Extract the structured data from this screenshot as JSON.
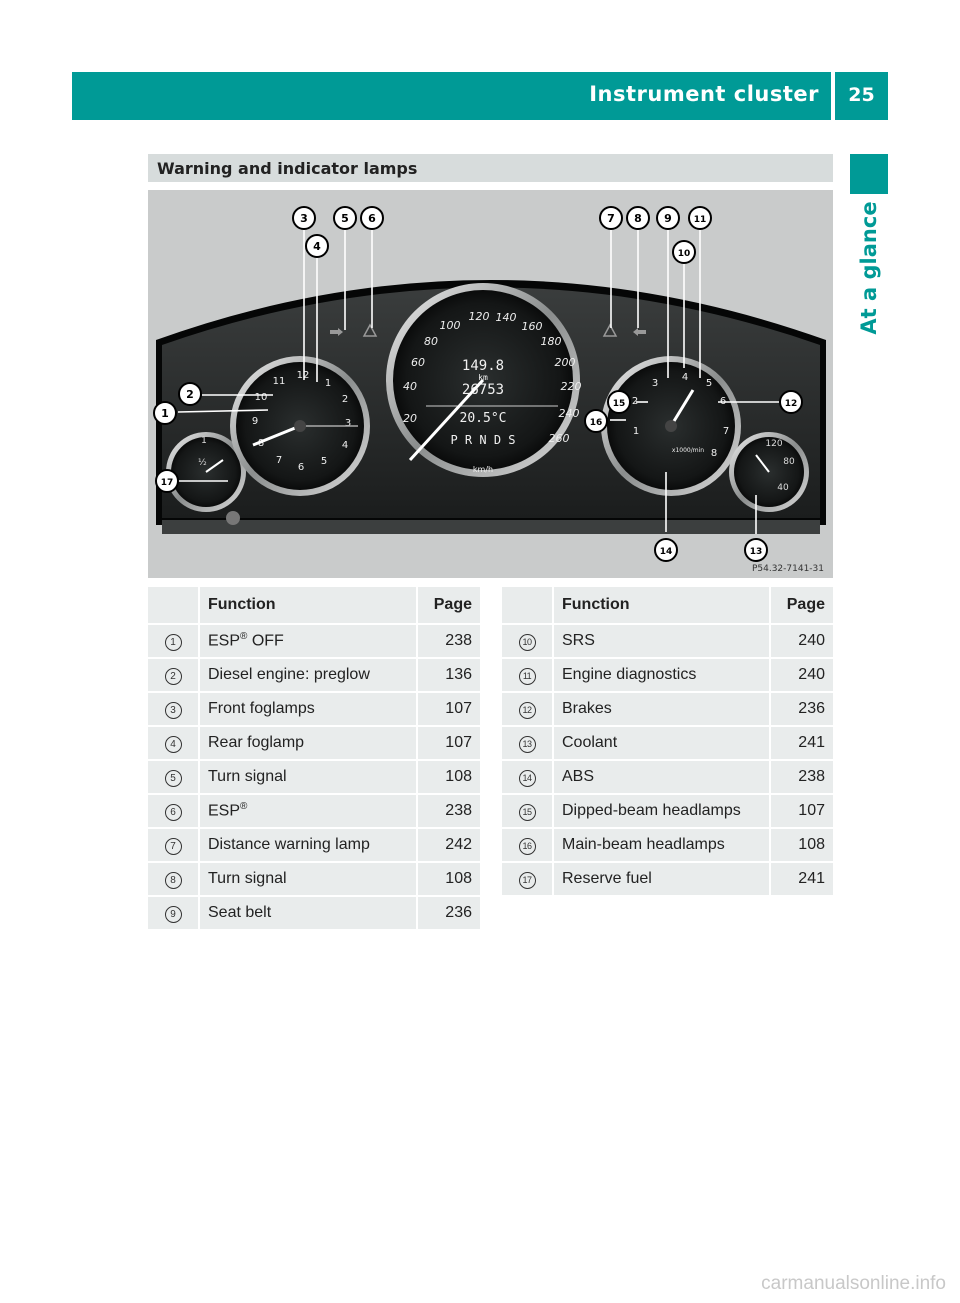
{
  "header": {
    "title": "Instrument cluster",
    "page_number": "25"
  },
  "side_tab": {
    "label": "At a glance"
  },
  "section": {
    "title": "Warning and indicator lamps"
  },
  "figure": {
    "code": "P54.32-7141-31",
    "callouts": [
      "1",
      "2",
      "3",
      "4",
      "5",
      "6",
      "7",
      "8",
      "9",
      "10",
      "11",
      "12",
      "13",
      "14",
      "15",
      "16",
      "17"
    ],
    "speedometer": {
      "ticks": [
        "20",
        "40",
        "60",
        "80",
        "100",
        "120",
        "140",
        "160",
        "180",
        "200",
        "220",
        "240",
        "260"
      ],
      "unit": "km/h",
      "trip": "149.8",
      "trip_unit": "km",
      "odometer": "26753",
      "temperature": "20.5°C",
      "gears": "P R N D S"
    },
    "tachometer_left": {
      "ticks": [
        "1",
        "2",
        "3",
        "4",
        "5",
        "6",
        "7",
        "8",
        "9",
        "10",
        "11",
        "12"
      ]
    },
    "tachometer_right": {
      "ticks": [
        "1",
        "2",
        "3",
        "4",
        "5",
        "6",
        "7",
        "8"
      ],
      "unit": "x1000/min"
    },
    "fuel_gauge": {
      "ticks": [
        "1",
        "½"
      ]
    },
    "coolant_gauge": {
      "ticks": [
        "120",
        "80",
        "40"
      ]
    }
  },
  "table_headers": {
    "function": "Function",
    "page": "Page"
  },
  "table_left": [
    {
      "num": "1",
      "function": "ESP",
      "sup": "®",
      "suffix": " OFF",
      "page": "238"
    },
    {
      "num": "2",
      "function": "Diesel engine: preglow",
      "sup": "",
      "suffix": "",
      "page": "136"
    },
    {
      "num": "3",
      "function": "Front foglamps",
      "sup": "",
      "suffix": "",
      "page": "107"
    },
    {
      "num": "4",
      "function": "Rear foglamp",
      "sup": "",
      "suffix": "",
      "page": "107"
    },
    {
      "num": "5",
      "function": "Turn signal",
      "sup": "",
      "suffix": "",
      "page": "108"
    },
    {
      "num": "6",
      "function": "ESP",
      "sup": "®",
      "suffix": "",
      "page": "238"
    },
    {
      "num": "7",
      "function": "Distance warning lamp",
      "sup": "",
      "suffix": "",
      "page": "242"
    },
    {
      "num": "8",
      "function": "Turn signal",
      "sup": "",
      "suffix": "",
      "page": "108"
    },
    {
      "num": "9",
      "function": "Seat belt",
      "sup": "",
      "suffix": "",
      "page": "236"
    }
  ],
  "table_right": [
    {
      "num": "10",
      "function": "SRS",
      "sup": "",
      "suffix": "",
      "page": "240"
    },
    {
      "num": "11",
      "function": "Engine diagnostics",
      "sup": "",
      "suffix": "",
      "page": "240"
    },
    {
      "num": "12",
      "function": "Brakes",
      "sup": "",
      "suffix": "",
      "page": "236"
    },
    {
      "num": "13",
      "function": "Coolant",
      "sup": "",
      "suffix": "",
      "page": "241"
    },
    {
      "num": "14",
      "function": "ABS",
      "sup": "",
      "suffix": "",
      "page": "238"
    },
    {
      "num": "15",
      "function": "Dipped-beam headlamps",
      "sup": "",
      "suffix": "",
      "page": "107"
    },
    {
      "num": "16",
      "function": "Main-beam headlamps",
      "sup": "",
      "suffix": "",
      "page": "108"
    },
    {
      "num": "17",
      "function": "Reserve fuel",
      "sup": "",
      "suffix": "",
      "page": "241"
    }
  ],
  "watermark": "carmanualsonline.info"
}
